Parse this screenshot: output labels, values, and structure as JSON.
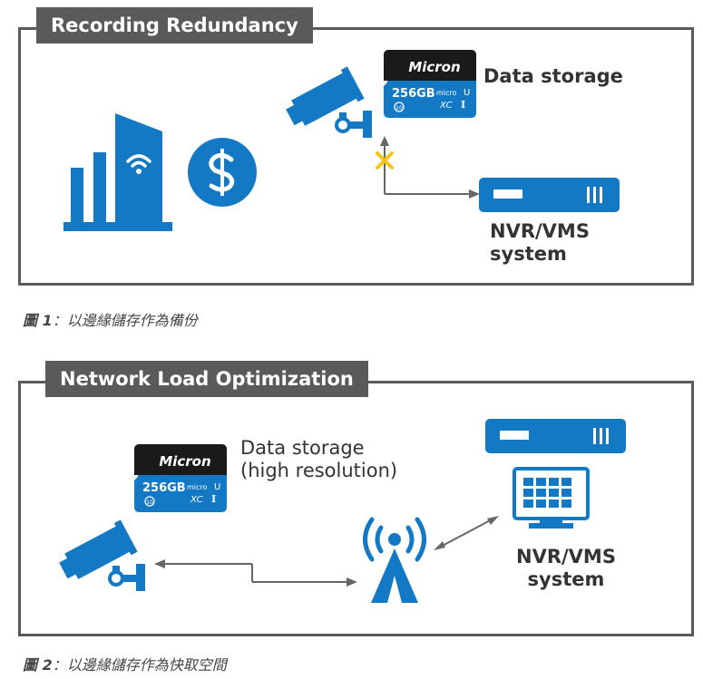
{
  "panel1": {
    "title": "Recording Redundancy",
    "sd_card": {
      "brand": "Micron",
      "capacity": "256GB",
      "micro": "micro",
      "type": "XC",
      "class_mark": "I",
      "speed_u": "U",
      "class10": "10"
    },
    "storage_label": "Data storage",
    "nvr_label_line1": "NVR/VMS",
    "nvr_label_line2": "system"
  },
  "caption1": {
    "figure": "圖 1",
    "text": "：以邊緣儲存作為備份"
  },
  "panel2": {
    "title": "Network Load Optimization",
    "sd_card": {
      "brand": "Micron",
      "capacity": "256GB",
      "micro": "micro",
      "type": "XC",
      "class_mark": "I",
      "speed_u": "U",
      "class10": "10"
    },
    "storage_label_line1": "Data storage",
    "storage_label_line2": "(high resolution)",
    "nvr_label_line1": "NVR/VMS",
    "nvr_label_line2": "system"
  },
  "caption2": {
    "figure": "圖 2",
    "text": "：以邊緣儲存作為快取空間"
  },
  "colors": {
    "blue": "#1479c4",
    "dark_gray": "#5a5a5a",
    "arrow_gray": "#666666",
    "fail_mark": "#f5c518",
    "card_black": "#1a1a1a"
  }
}
